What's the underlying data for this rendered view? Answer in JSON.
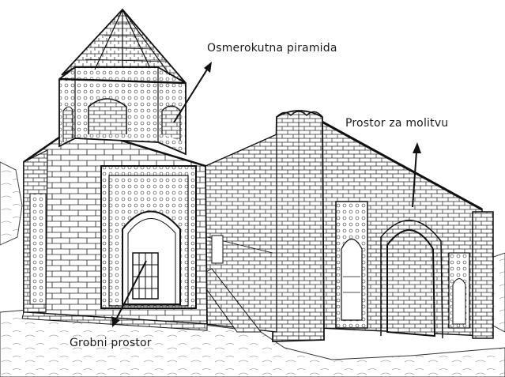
{
  "labels": {
    "pyramid": "Osmerokutna piramida",
    "prayer_space": "Prostor za molitvu",
    "tomb_space": "Grobni prostor"
  },
  "colors": {
    "ink": "#1a1a1a",
    "paper": "#ffffff"
  }
}
